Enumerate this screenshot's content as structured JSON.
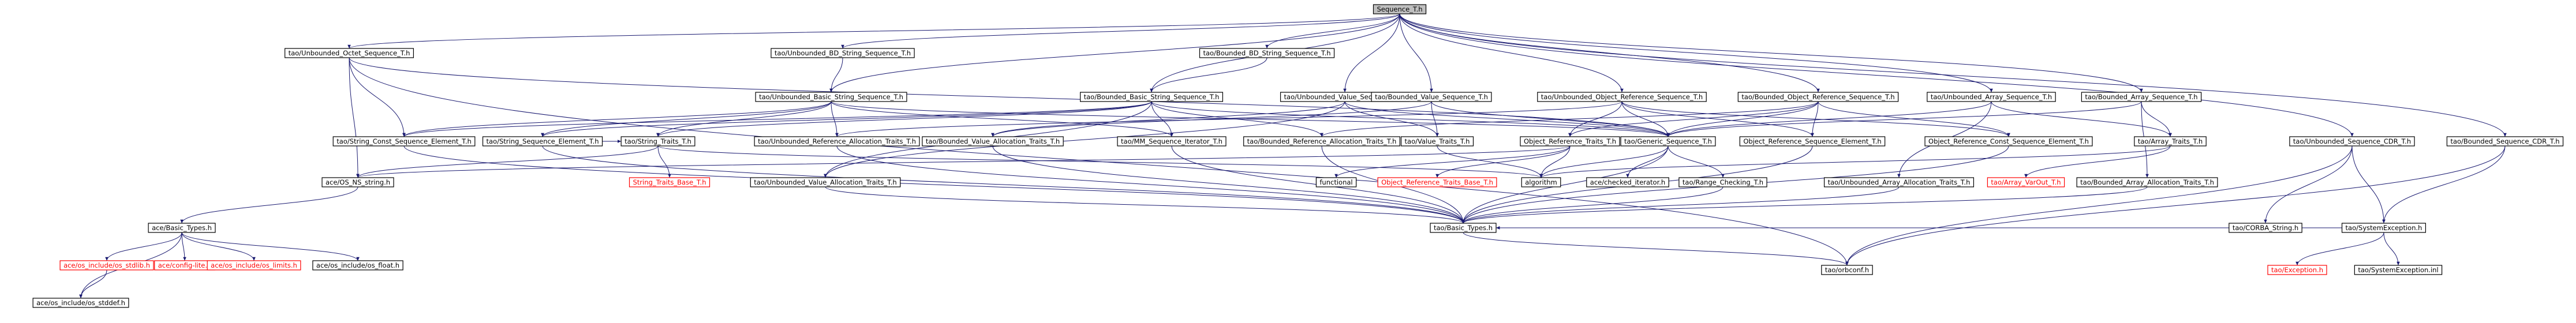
{
  "graph": {
    "root": "Sequence_T.h",
    "colors": {
      "edge": "#191970",
      "root_fill": "#bfbfbf",
      "missing": "#ff0000",
      "node_border": "#000000"
    },
    "nodes": {
      "n0": "Sequence_T.h",
      "n1": "tao/Unbounded_Octet_Sequence_T.h",
      "n2": "tao/Unbounded_BD_String_Sequence_T.h",
      "n3": "tao/Bounded_BD_String_Sequence_T.h",
      "n4": "tao/Unbounded_Basic_String_Sequence_T.h",
      "n5": "tao/Bounded_Basic_String_Sequence_T.h",
      "n6": "tao/Unbounded_Value_Sequence_T.h",
      "n7": "tao/Bounded_Value_Sequence_T.h",
      "n8": "tao/Unbounded_Object_Reference_Sequence_T.h",
      "n9": "tao/Bounded_Object_Reference_Sequence_T.h",
      "n10": "tao/Unbounded_Array_Sequence_T.h",
      "n11": "tao/Bounded_Array_Sequence_T.h",
      "n12": "tao/String_Const_Sequence_Element_T.h",
      "n13": "tao/String_Sequence_Element_T.h",
      "n14": "tao/String_Traits_T.h",
      "n15": "tao/Unbounded_Reference_Allocation_Traits_T.h",
      "n16": "tao/Bounded_Value_Allocation_Traits_T.h",
      "n17": "tao/MM_Sequence_Iterator_T.h",
      "n18": "tao/Bounded_Reference_Allocation_Traits_T.h",
      "n19": "tao/Value_Traits_T.h",
      "n20": "Object_Reference_Traits_T.h",
      "n21": "tao/Generic_Sequence_T.h",
      "n22": "Object_Reference_Sequence_Element_T.h",
      "n23": "Object_Reference_Const_Sequence_Element_T.h",
      "n24": "tao/Array_Traits_T.h",
      "n25": "tao/Unbounded_Sequence_CDR_T.h",
      "n26": "tao/Bounded_Sequence_CDR_T.h",
      "n27": "ace/OS_NS_string.h",
      "n28": "String_Traits_Base_T.h",
      "n29": "tao/Unbounded_Value_Allocation_Traits_T.h",
      "n30": "functional",
      "n31": "Object_Reference_Traits_Base_T.h",
      "n32": "algorithm",
      "n33": "ace/checked_iterator.h",
      "n34": "tao/Range_Checking_T.h",
      "n35": "tao/Unbounded_Array_Allocation_Traits_T.h",
      "n36": "tao/Array_VarOut_T.h",
      "n37": "tao/Bounded_Array_Allocation_Traits_T.h",
      "n38": "ace/Basic_Types.h",
      "n39": "tao/Basic_Types.h",
      "n40": "tao/CORBA_String.h",
      "n41": "tao/SystemException.h",
      "n42": "ace/os_include/os_stdlib.h",
      "n43": "ace/config-lite.h",
      "n44": "ace/os_include/os_limits.h",
      "n45": "ace/os_include/os_float.h",
      "n46": "tao/orbconf.h",
      "n47": "tao/Exception.h",
      "n48": "tao/SystemException.inl",
      "n49": "ace/os_include/os_stddef.h"
    }
  }
}
